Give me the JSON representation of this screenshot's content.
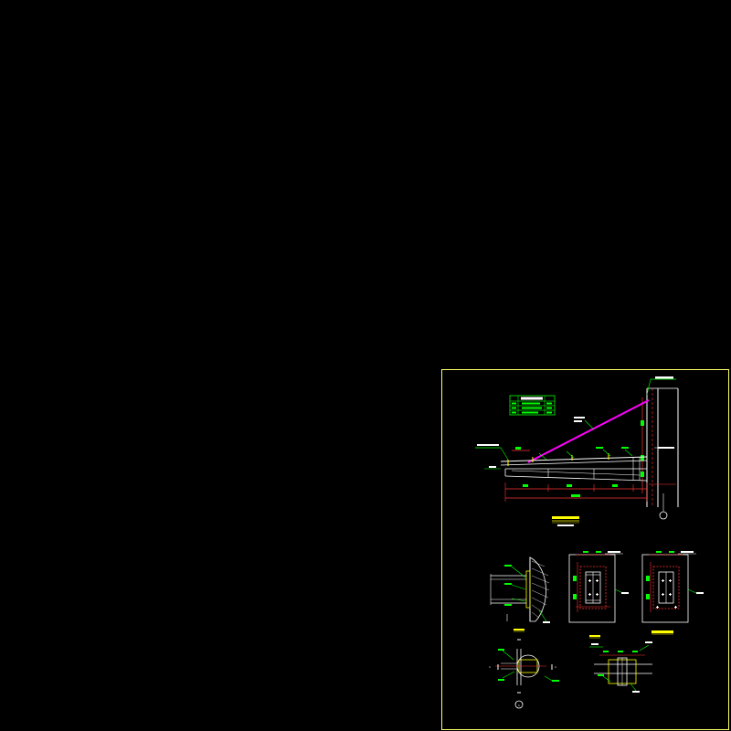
{
  "drawing": {
    "background": "#000000",
    "sheet_border_color": "#ffff66",
    "colors": {
      "line": "#ffffff",
      "dimension": "#ff3333",
      "leader": "#00ff00",
      "highlight": "#ff00ff",
      "title": "#ffff00",
      "table": "#00cc00"
    },
    "section_marks": [
      "1",
      "1"
    ],
    "detail_mark": "1"
  }
}
